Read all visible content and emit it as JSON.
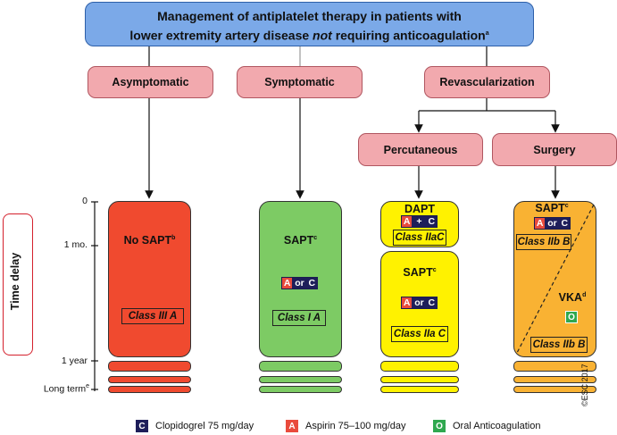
{
  "title": {
    "line1": "Management of antiplatelet therapy in patients with",
    "line2_a": "lower extremity artery disease ",
    "line2_em": "not",
    "line2_b": " requiring anticoagulation",
    "line2_sup": "a"
  },
  "categories": {
    "asymptomatic": "Asymptomatic",
    "symptomatic": "Symptomatic",
    "revascularization": "Revascularization",
    "percutaneous": "Percutaneous",
    "surgery": "Surgery"
  },
  "time_axis": {
    "label": "Time delay",
    "ticks": {
      "zero": "0",
      "one_month": "1 mo.",
      "one_year": "1 year",
      "long_term": "Long term",
      "long_term_sup": "e"
    }
  },
  "columns": {
    "asymptomatic": {
      "therapy": "No SAPT",
      "therapy_sup": "b",
      "class": "Class III A"
    },
    "symptomatic": {
      "therapy": "SAPT",
      "therapy_sup": "c",
      "badge": {
        "a": "A",
        "or": " or ",
        "c": "C"
      },
      "class": "Class I A"
    },
    "percutaneous": {
      "top_therapy": "DAPT",
      "top_badge": {
        "a": "A",
        "plus": " + ",
        "c": "C"
      },
      "top_class": "Class IIaC",
      "bottom_therapy": "SAPT",
      "bottom_sup": "c",
      "bottom_badge": {
        "a": "A",
        "or": " or ",
        "c": "C"
      },
      "bottom_class": "Class IIa C"
    },
    "surgery": {
      "sapt": "SAPT",
      "sapt_sup": "c",
      "sapt_badge": {
        "a": "A",
        "or": " or ",
        "c": "C"
      },
      "sapt_class": "Class IIb B",
      "vka": "VKA",
      "vka_sup": "d",
      "vka_badge": "O",
      "vka_class": "Class IIb B"
    }
  },
  "legend": [
    {
      "icon": "C",
      "text": "Clopidogrel 75 mg/day",
      "color": "#1e1e5a"
    },
    {
      "icon": "A",
      "text": "Aspirin 75–100 mg/day",
      "color": "#e94b3c"
    },
    {
      "icon": "O",
      "text": "Oral Anticoagulation",
      "color": "#2fa84f"
    }
  ],
  "copyright": "©ESC 2017"
}
